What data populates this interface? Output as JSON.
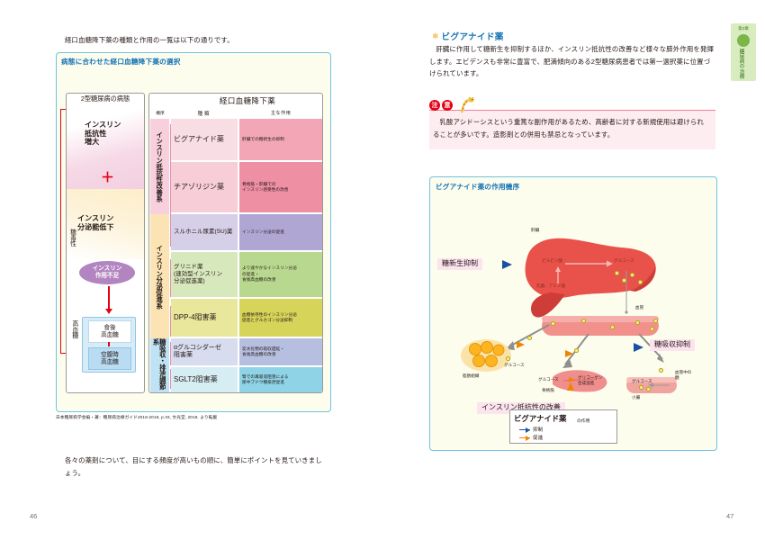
{
  "left_page": {
    "page_number": "46",
    "intro_text": "経口血糖降下薬の種類と作用の一覧は以下の通りです。",
    "outro_text": "各々の薬剤について、目にする頻度が高いもの順に、簡単にポイントを見ていきましょう。",
    "figure": {
      "box_title": "病態に合わせた経口血糖降下薬の選択",
      "citation": "日本糖尿病学会編・著：糖尿病治療ガイド2018-2019, p.33, 文光堂, 2018. より転載",
      "pathology": {
        "panel_title": "2型糖尿病の病態",
        "insulin_resistance": "インスリン\n抵抗性\n増大",
        "plus": "＋",
        "insulin_secretion": "インスリン\n分泌能低下",
        "insulin_insufficiency": "インスリン\n作用不足",
        "glucose_toxicity": "糖毒性",
        "hyperglycemia_vertical": "高血糖",
        "postprandial": "食後\n高血糖",
        "fasting": "空腹時\n高血糖"
      },
      "drugs": {
        "panel_title": "経口血糖降下薬",
        "col_mechanism": "機序",
        "col_kind": "種類",
        "col_action": "主な作用",
        "groups": [
          {
            "label": "インスリン抵抗性改善系",
            "color": "#f7cfdd"
          },
          {
            "label": "インスリン分泌促進系",
            "color": "#fbe3b4"
          },
          {
            "label": "糖吸収・排泄調節系",
            "color": "#bfe3f4"
          }
        ],
        "rows": [
          {
            "kind": "ビグアナイド薬",
            "action": "肝臓での糖新生の抑制",
            "kind_color": "#f9dde5",
            "action_color": "#f3a7b6"
          },
          {
            "kind": "チアゾリジン薬",
            "action": "骨格筋・肝臓での\nインスリン感受性の改善",
            "kind_color": "#f7cdd8",
            "action_color": "#ee8fa4"
          },
          {
            "kind": "スルホニル尿素(SU)薬",
            "action": "インスリン分泌の促進",
            "kind_color": "#d6cfe8",
            "action_color": "#b0a6d4"
          },
          {
            "kind": "グリニド薬\n(速効型インスリン\n分泌促進薬)",
            "action": "より速やかなインスリン分泌\nの促進・\n食後高血糖の改善",
            "kind_color": "#d8e8bd",
            "action_color": "#b9d88f"
          },
          {
            "kind": "DPP-4阻害薬",
            "action": "血糖依存性のインスリン分泌\n促進とグルカゴン分泌抑制",
            "kind_color": "#e8e79c",
            "action_color": "#d7d45a"
          },
          {
            "kind": "αグルコシダーゼ\n阻害薬",
            "action": "炭水化物の吸収遅延・\n食後高血糖の改善",
            "kind_color": "#d7dcee",
            "action_color": "#b7bfe0"
          },
          {
            "kind": "SGLT2阻害薬",
            "action": "腎での再吸収阻害による\n尿中ブドウ糖排泄促進",
            "kind_color": "#d7edf4",
            "action_color": "#8ed4e6"
          }
        ]
      }
    }
  },
  "right_page": {
    "page_number": "47",
    "section": {
      "flower_icon": "flower-icon",
      "title": "ビグアナイド薬",
      "paragraph": "肝臓に作用して糖新生を抑制するほか、インスリン抵抗性の改善など様々な膵外作用を発揮します。エビデンスも非常に豊富で、肥満傾向のある2型糖尿病患者では第一選択薬に位置づけられています。"
    },
    "caution": {
      "badge_chars": [
        "注",
        "意"
      ],
      "mascot": "giraffe-icon",
      "text": "乳酸アシドーシスという重篤な副作用があるため、高齢者に対する新規使用は避けられることが多いです。造影剤との併用も禁忌となっています。"
    },
    "mechanism": {
      "box_title": "ビグアナイド薬の作用機序",
      "labels": {
        "liver": "肝臓",
        "pyruvate": "ピルビン酸",
        "glucose_liver": "グルコース",
        "lactate_aa": "乳酸、アミノ酸",
        "vessel": "血管",
        "adipose": "脂肪組織",
        "glucose_adipose": "グルコース",
        "skeletal_muscle": "骨格筋",
        "glucose_muscle": "グルコース",
        "glycogen": "グリコーゲン\n合成促進",
        "intestine": "小腸",
        "glucose_intestine": "グルコース",
        "vessel_glucose": "血管中の\n糖"
      },
      "callouts": [
        {
          "name": "gluconeogenesis-suppression",
          "text": "糖新生抑制"
        },
        {
          "name": "glucose-absorption-suppression",
          "text": "糖吸収抑制"
        },
        {
          "name": "insulin-resistance-improvement",
          "text": "インスリン抵抗性の改善"
        }
      ],
      "legend": {
        "title": "ビグアナイド薬",
        "subtitle": "の作用",
        "items": [
          {
            "label": "抑制",
            "color": "#1b4fa0"
          },
          {
            "label": "促進",
            "color": "#f08300"
          }
        ]
      }
    },
    "chapter_tab": {
      "number": "第3章",
      "icon": "pill-icon",
      "label": "糖尿病の治療"
    }
  }
}
